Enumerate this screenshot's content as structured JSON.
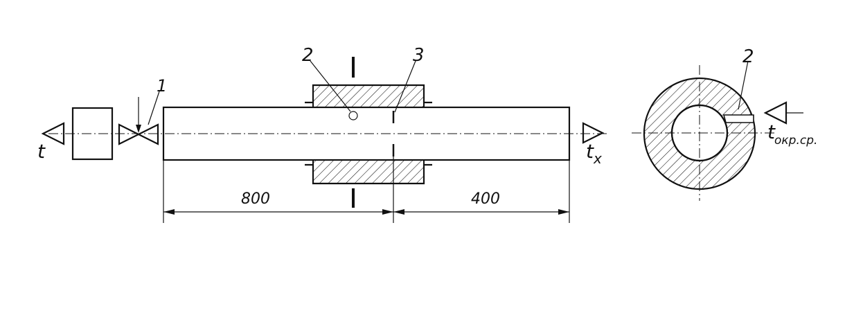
{
  "labels": {
    "callout_1": "1",
    "callout_2": "2",
    "callout_3": "3",
    "callout_2_section": "2",
    "temp_in": "t",
    "temp_out_main": "t",
    "temp_out_sub": "x",
    "temp_ambient_main": "t",
    "temp_ambient_sub": "окр.ср."
  },
  "dimensions": {
    "left_length": "800",
    "right_length": "400"
  }
}
